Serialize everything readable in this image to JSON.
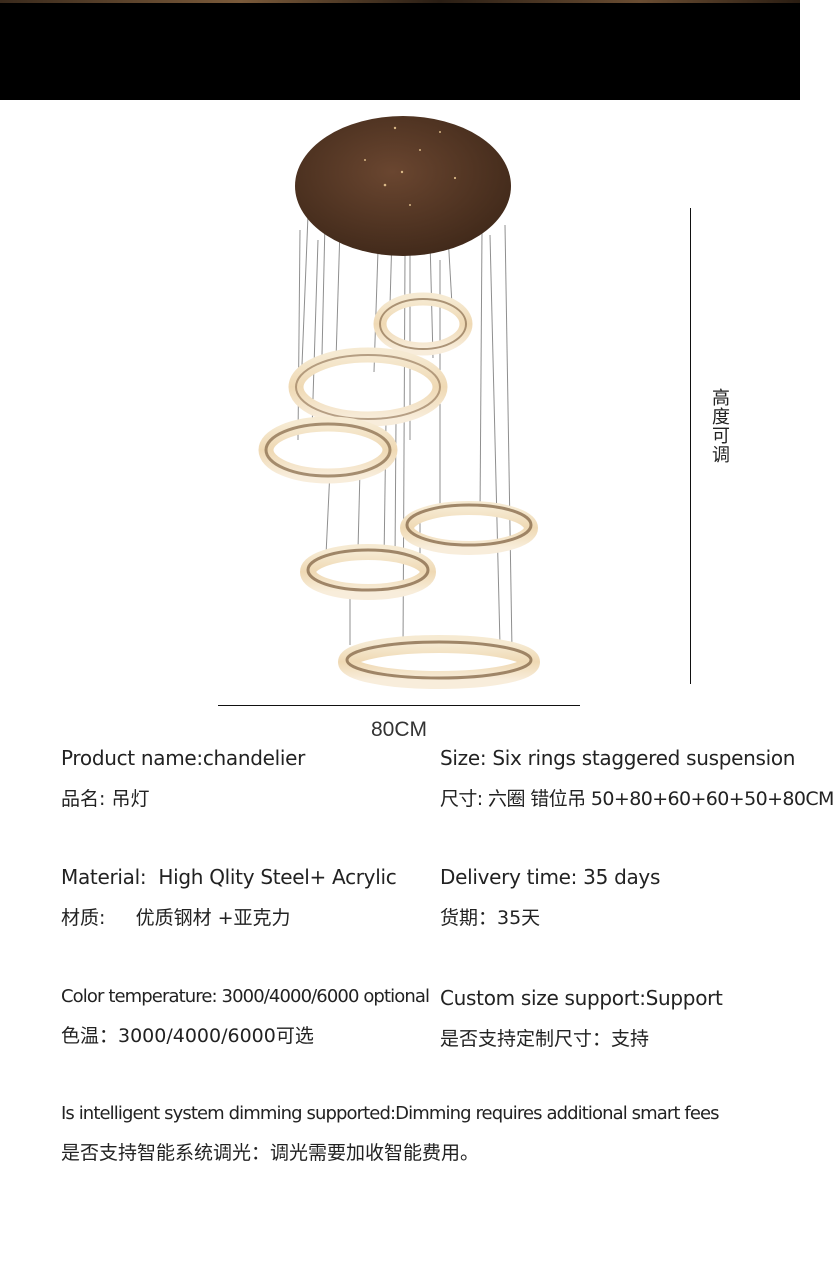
{
  "dimensions": {
    "height_label": "高度可调",
    "width_label": "80CM"
  },
  "specs": {
    "product_name": {
      "en": "Product name:chandelier",
      "zh": "品名: 吊灯"
    },
    "size": {
      "en": "Size: Six rings staggered suspension",
      "zh": "尺寸: 六圈 错位吊 50+80+60+60+50+80CM"
    },
    "material": {
      "en": "Material:  High Qlity Steel+ Acrylic",
      "zh": "材质:     优质钢材 +亚克力"
    },
    "delivery": {
      "en": "Delivery time: 35 days",
      "zh": "货期：35天"
    },
    "color_temperature": {
      "en": "Color temperature: 3000/4000/6000 optional",
      "zh": "色温：3000/4000/6000可选"
    },
    "custom_size": {
      "en": "Custom size support:Support",
      "zh": "是否支持定制尺寸：支持"
    },
    "dimming": {
      "en": "Is intelligent system dimming supported:Dimming requires additional smart fees",
      "zh": "是否支持智能系统调光：调光需要加收智能费用。"
    }
  },
  "colors": {
    "canopy": "#4e3220",
    "ring_light": "#f3e2c4",
    "ring_band": "#8a6d4e"
  }
}
